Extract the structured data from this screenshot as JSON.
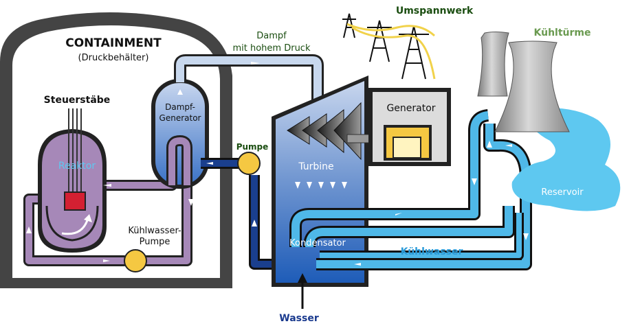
{
  "labels": {
    "containment": "CONTAINMENT",
    "containment_sub": "(Druckbehälter)",
    "control_rods": "Steuerstäbe",
    "reactor": "Reaktor",
    "steam_generator_1": "Dampf-",
    "steam_generator_2": "Generator",
    "steam_1": "Dampf",
    "steam_2": "mit hohem Druck",
    "pump": "Pumpe",
    "coolant_pump_1": "Kühlwasser-",
    "coolant_pump_2": "Pumpe",
    "turbine": "Turbine",
    "condenser": "Kondensator",
    "generator": "Generator",
    "substation": "Umspannwerk",
    "cooling_towers": "Kühltürme",
    "reservoir": "Reservoir",
    "cooling_water": "Kühlwasser",
    "water": "Wasser"
  },
  "colors": {
    "primary_loop": "#a688b8",
    "steam_pipe": "#c8d8ee",
    "feed_pipe": "#1a3f8e",
    "cooling_pipe": "#4fb8e8",
    "pump": "#f5c842",
    "reservoir": "#5ec8f0",
    "reactor_core": "#d42032",
    "label_green": "#1a4d10",
    "label_blue": "#2a9ad8",
    "label_dark_blue": "#1a3a8e",
    "cooling_towers_label": "#6a9a50"
  }
}
